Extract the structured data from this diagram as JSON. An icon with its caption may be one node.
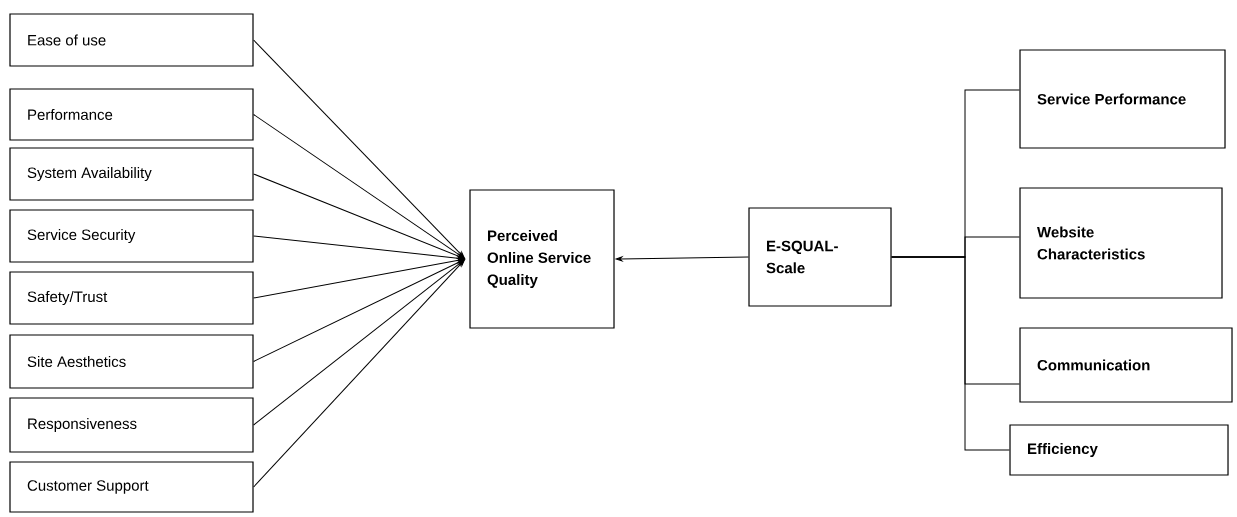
{
  "diagram": {
    "nodes": [
      {
        "text": [
          "Ease of use"
        ]
      },
      {
        "text": [
          "Performance"
        ]
      },
      {
        "text": [
          "System Availability"
        ]
      },
      {
        "text": [
          "Service Security"
        ]
      },
      {
        "text": [
          "Safety/Trust"
        ]
      },
      {
        "text": [
          "Site Aesthetics"
        ]
      },
      {
        "text": [
          "Responsiveness"
        ]
      },
      {
        "text": [
          "Customer Support"
        ]
      },
      {
        "text": [
          "Perceived Online Service Quality"
        ]
      },
      {
        "text": [
          "E-SQUAL-Scale"
        ]
      },
      {
        "text": [
          "Service Performance"
        ]
      },
      {
        "text": [
          "Website Characteristics"
        ]
      },
      {
        "text": [
          "Communication"
        ]
      },
      {
        "text": [
          "Efficiency"
        ]
      }
    ],
    "edges": [
      {
        "from": 0,
        "to": 8,
        "arrow": "to"
      },
      {
        "from": 1,
        "to": 8,
        "arrow": "to"
      },
      {
        "from": 2,
        "to": 8,
        "arrow": "to"
      },
      {
        "from": 3,
        "to": 8,
        "arrow": "to"
      },
      {
        "from": 4,
        "to": 8,
        "arrow": "to"
      },
      {
        "from": 5,
        "to": 8,
        "arrow": "to"
      },
      {
        "from": 6,
        "to": 8,
        "arrow": "to"
      },
      {
        "from": 7,
        "to": 8,
        "arrow": "to"
      },
      {
        "from": 9,
        "to": 8,
        "arrow": "to"
      },
      {
        "from": 9,
        "to": 10,
        "arrow": "none"
      },
      {
        "from": 9,
        "to": 11,
        "arrow": "none"
      },
      {
        "from": 9,
        "to": 12,
        "arrow": "none"
      },
      {
        "from": 9,
        "to": 13,
        "arrow": "none"
      }
    ]
  }
}
